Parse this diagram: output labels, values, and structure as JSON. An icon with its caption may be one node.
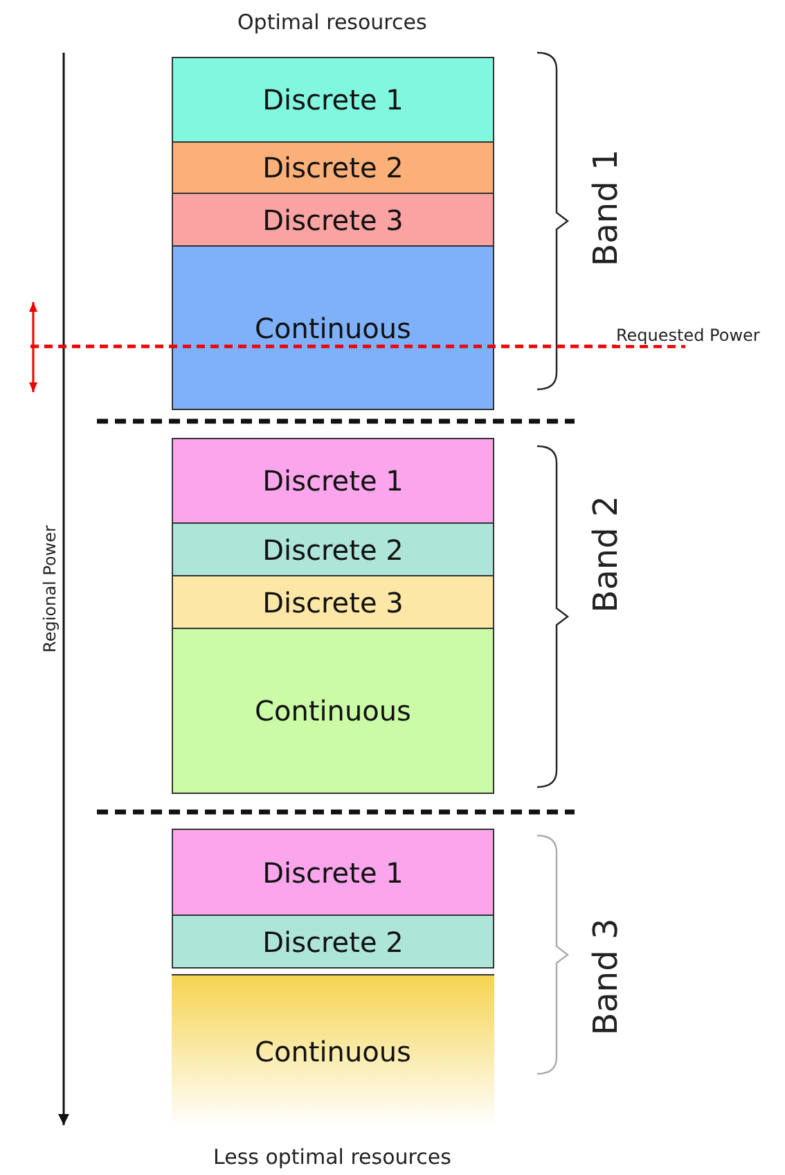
{
  "diagram": {
    "nodes": [
      {
        "text": [
          "Discrete 1"
        ]
      },
      {
        "text": [
          "Discrete 2"
        ]
      },
      {
        "text": [
          "Discrete 3"
        ]
      },
      {
        "text": [
          "Continuous"
        ]
      },
      {
        "text": [
          "Discrete 1"
        ]
      },
      {
        "text": [
          "Discrete 2"
        ]
      },
      {
        "text": [
          "Discrete 3"
        ]
      },
      {
        "text": [
          "Continuous"
        ]
      },
      {
        "text": [
          "Discrete 1"
        ]
      },
      {
        "text": [
          "Discrete 2"
        ]
      },
      {
        "text": [
          "Continuous"
        ]
      }
    ],
    "labels": [
      "Optimal resources",
      "Band 1",
      "Requested Power",
      "Regional Power",
      "Band 2",
      "Band 3",
      "Less optimal resources"
    ]
  }
}
